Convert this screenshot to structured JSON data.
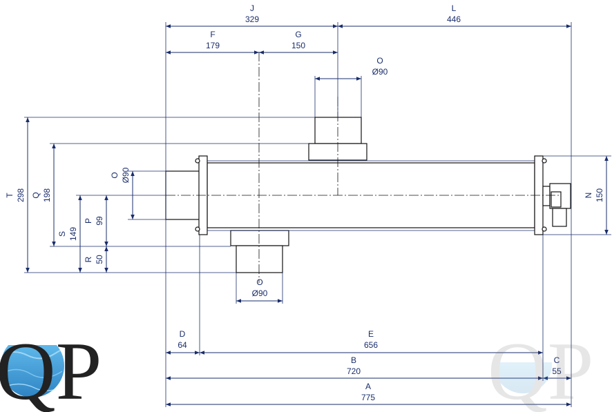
{
  "dimensions": {
    "J": {
      "letter": "J",
      "value": "329"
    },
    "L": {
      "letter": "L",
      "value": "446"
    },
    "F": {
      "letter": "F",
      "value": "179"
    },
    "G": {
      "letter": "G",
      "value": "150"
    },
    "O_top": {
      "letter": "O",
      "value": "Ø90"
    },
    "O_left": {
      "letter": "O",
      "value": "Ø90"
    },
    "O_bottom": {
      "letter": "O",
      "value": "Ø90"
    },
    "T": {
      "letter": "T",
      "value": "298"
    },
    "Q": {
      "letter": "Q",
      "value": "198"
    },
    "P": {
      "letter": "P",
      "value": "99"
    },
    "S": {
      "letter": "S",
      "value": "149"
    },
    "R": {
      "letter": "R",
      "value": "50"
    },
    "N": {
      "letter": "N",
      "value": "150"
    },
    "D": {
      "letter": "D",
      "value": "64"
    },
    "E": {
      "letter": "E",
      "value": "656"
    },
    "B": {
      "letter": "B",
      "value": "720"
    },
    "C": {
      "letter": "C",
      "value": "55"
    },
    "A": {
      "letter": "A",
      "value": "775"
    }
  },
  "logo": {
    "text": "QP",
    "watermark_text": "QP"
  },
  "colors": {
    "dimension": "#1a2d6b",
    "object": "#111111",
    "water": "#2a8fd0"
  }
}
